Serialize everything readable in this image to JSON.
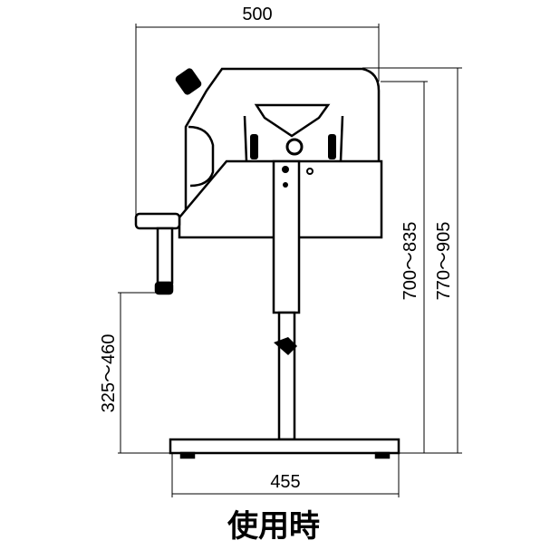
{
  "dimensions": {
    "top_width": "500",
    "base_width": "455",
    "nozzle_height": "325～460",
    "holder_height": "700～835",
    "total_height": "770～905"
  },
  "caption": "使用時"
}
